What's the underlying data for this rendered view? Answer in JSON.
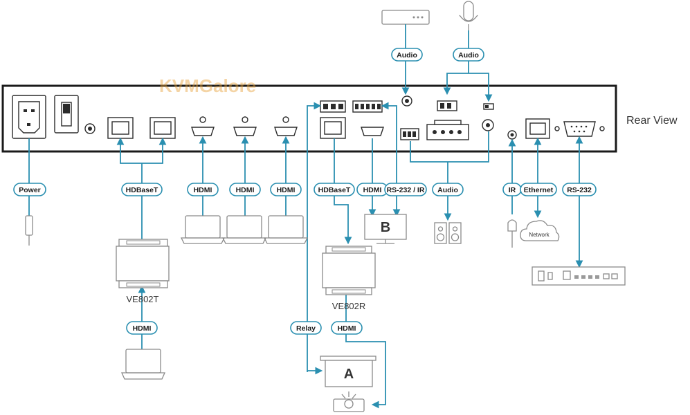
{
  "watermark": "KVMGalore",
  "rear_view_label": "Rear View",
  "labels": {
    "power": "Power",
    "hdbaset_left": "HDBaseT",
    "hdmi_1": "HDMI",
    "hdmi_2": "HDMI",
    "hdmi_3": "HDMI",
    "hdbaset_right": "HDBaseT",
    "hdmi_out": "HDMI",
    "rs232_ir": "RS-232 / IR",
    "audio_out": "Audio",
    "ir": "IR",
    "ethernet": "Ethernet",
    "rs232": "RS-232",
    "audio_in_1": "Audio",
    "audio_in_2": "Audio",
    "hdmi_tx": "HDMI",
    "relay": "Relay",
    "hdmi_rx": "HDMI"
  },
  "devices": {
    "transmitter": "VE802T",
    "receiver": "VE802R",
    "display_b": "B",
    "projector_screen": "A",
    "network": "Network"
  },
  "colors": {
    "wire": "#2a8fb0",
    "device_stroke": "#8a8a8a",
    "panel_stroke": "#1a1a1a",
    "watermark": "#e8a23a"
  },
  "icons": [
    "power-socket-icon",
    "power-switch-icon",
    "rj45-port-icon",
    "hdmi-port-icon",
    "terminal-block-icon",
    "rca-jack-icon",
    "db9-port-icon",
    "laptop-icon",
    "monitor-icon",
    "speaker-icon",
    "microphone-icon",
    "cloud-icon",
    "projector-icon",
    "ir-sensor-icon",
    "switch-rack-icon",
    "audio-player-icon"
  ]
}
